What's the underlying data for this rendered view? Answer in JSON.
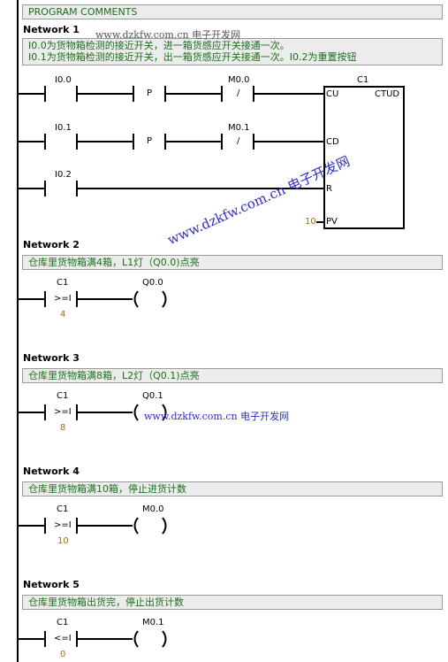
{
  "program_comments_title": "PROGRAM COMMENTS",
  "networks": [
    {
      "title": "Network 1",
      "comment_lines": [
        "I0.0为货物箱检测的接近开关，进一箱货感应开关接通一次。",
        "I0.1为货物箱检测的接近开关，出一箱货感应开关接通一次。I0.2为重置按钮"
      ],
      "contacts": {
        "i00": "I0.0",
        "p1": "P",
        "m00": "M0.0",
        "not1": "/",
        "i01": "I0.1",
        "p2": "P",
        "m01": "M0.1",
        "not2": "/",
        "i02": "I0.2"
      },
      "counter": {
        "name": "C1",
        "type": "CTUD",
        "cu": "CU",
        "cd": "CD",
        "r": "R",
        "pv": "PV",
        "pv_value": "10"
      }
    },
    {
      "title": "Network 2",
      "comment": "仓库里货物箱满4箱，L1灯（Q0.0)点亮",
      "contact": "C1",
      "op": ">=I",
      "value": "4",
      "coil": "Q0.0"
    },
    {
      "title": "Network 3",
      "comment": "仓库里货物箱满8箱，L2灯（Q0.1)点亮",
      "contact": "C1",
      "op": ">=I",
      "value": "8",
      "coil": "Q0.1"
    },
    {
      "title": "Network 4",
      "comment": "仓库里货物箱满10箱，停止进货计数",
      "contact": "C1",
      "op": ">=I",
      "value": "10",
      "coil": "M0.0"
    },
    {
      "title": "Network 5",
      "comment": "仓库里货物箱出货完，停止出货计数",
      "contact": "C1",
      "op": "<=I",
      "value": "0",
      "coil": "M0.1"
    }
  ],
  "watermarks": {
    "top": "www.dzkfw.com.cn 电子开发网",
    "diagonal": "www.dzkfw.com.cn 电子开发网",
    "middle": "www.dzkfw.com.cn 电子开发网"
  },
  "colors": {
    "comment_text": "#1a6f1a",
    "value_text": "#a07000",
    "watermark": "#2d2dcc",
    "comment_bg": "#ececec"
  }
}
